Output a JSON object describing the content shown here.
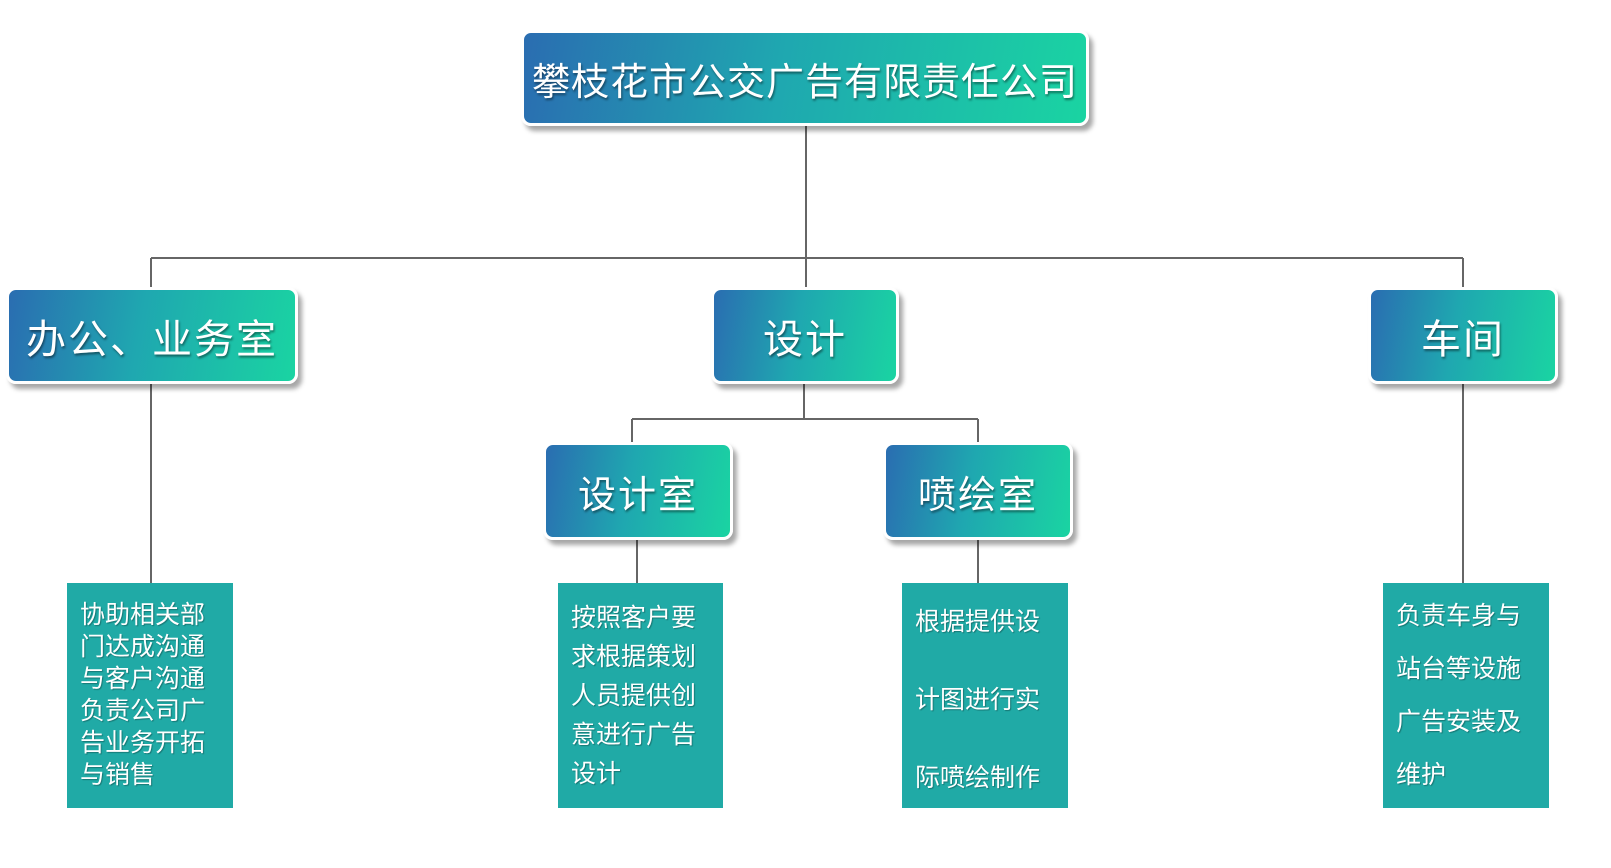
{
  "root": {
    "label": "攀枝花市公交广告有限责任公司"
  },
  "departments": {
    "office": {
      "label": "办公、业务室"
    },
    "design": {
      "label": "设计"
    },
    "workshop": {
      "label": "车间"
    }
  },
  "design_sub": {
    "design_room": {
      "label": "设计室"
    },
    "print_room": {
      "label": "喷绘室"
    }
  },
  "descriptions": {
    "office": [
      "协助相关部",
      "门达成沟通",
      "与客户沟通",
      "负责公司广",
      "告业务开拓",
      "与销售"
    ],
    "design_room": [
      "按照客户要",
      "求根据策划",
      "人员提供创",
      "意进行广告",
      "设计"
    ],
    "print_room": [
      "根据提供设",
      "计图进行实",
      "际喷绘制作"
    ],
    "workshop": [
      "负责车身与",
      "站台等设施",
      "广告安装及",
      "维护"
    ]
  },
  "colors": {
    "gradient_start": "#2a6db1",
    "gradient_end": "#1ad4a2",
    "desc_box": "#20aaa6",
    "connector": "#666666"
  }
}
